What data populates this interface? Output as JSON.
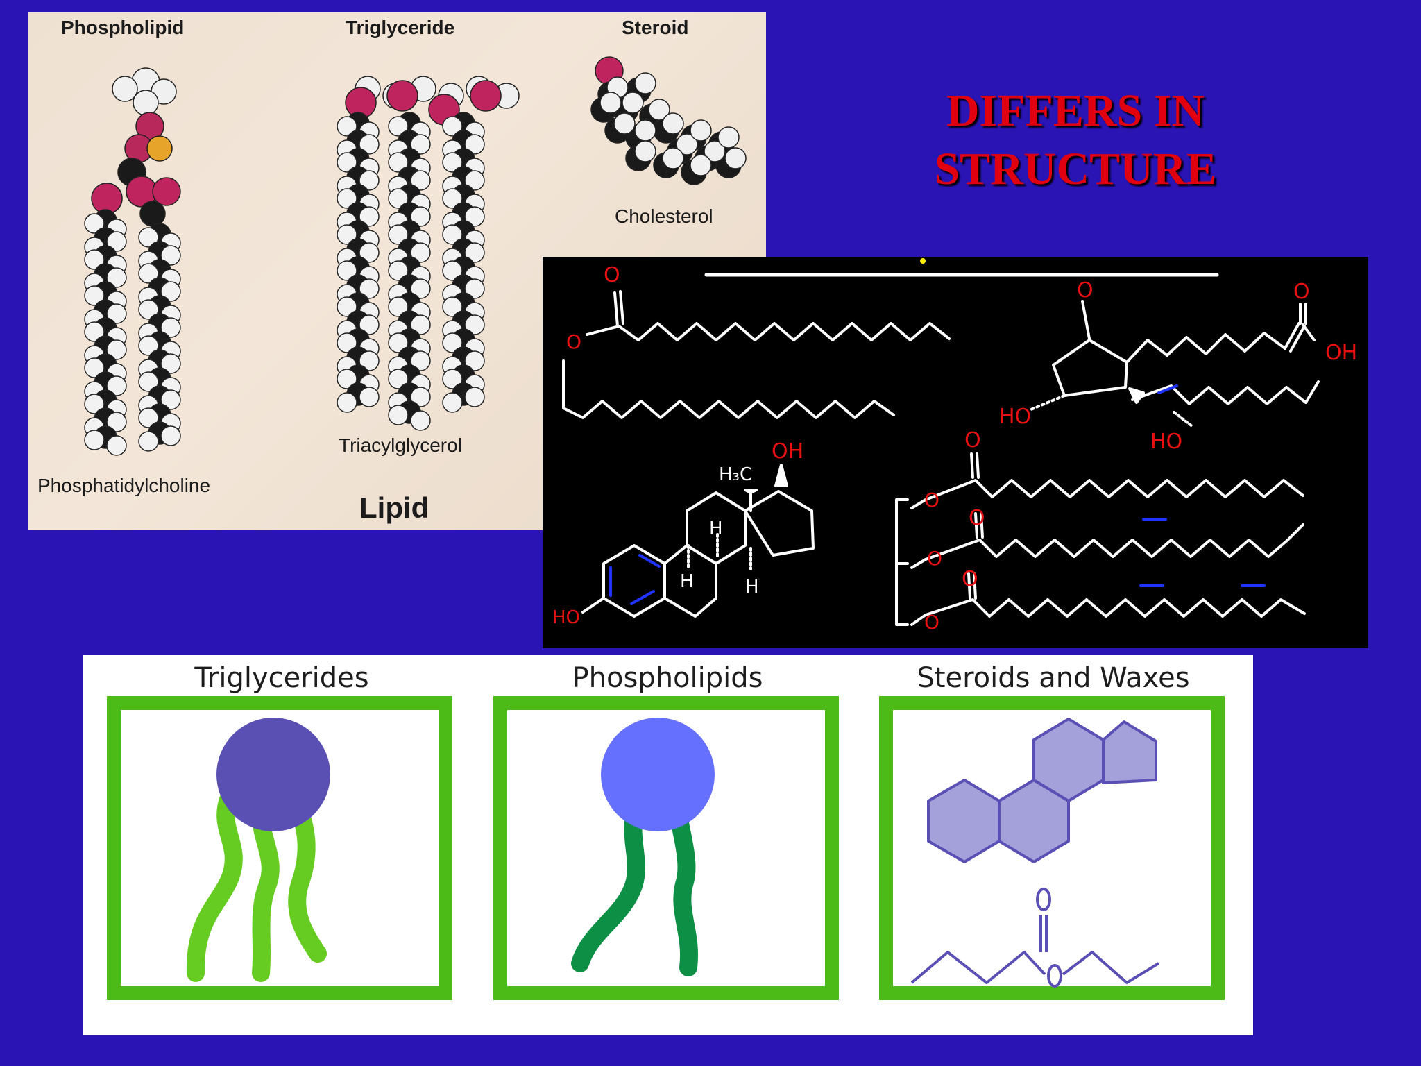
{
  "title": {
    "line1": "DIFFERS IN",
    "line2": "STRUCTURE"
  },
  "lipid_models": {
    "headers": {
      "phospholipid": "Phospholipid",
      "triglyceride": "Triglyceride",
      "steroid": "Steroid"
    },
    "captions": {
      "phospholipid": "Phosphatidylcholine",
      "triglyceride": "Triacylglycerol",
      "steroid": "Cholesterol"
    },
    "footer": "Lipid"
  },
  "structures": {
    "O": "O",
    "OH": "OH",
    "HO": "HO",
    "H3C": "H₃C",
    "H": "H"
  },
  "categories": {
    "triglycerides": "Triglycerides",
    "phospholipids": "Phospholipids",
    "steroids_waxes": "Steroids and Waxes"
  },
  "colors": {
    "background": "#2a14b4",
    "title_red": "#e00010",
    "frame_green": "#4cbb17",
    "tg_head": "#5a50b4",
    "tg_tail": "#66cc22",
    "pl_head": "#6670ff",
    "pl_tail": "#0d8f45",
    "steroid_fill": "#a3a0da",
    "steroid_line": "#5a4fb4"
  }
}
